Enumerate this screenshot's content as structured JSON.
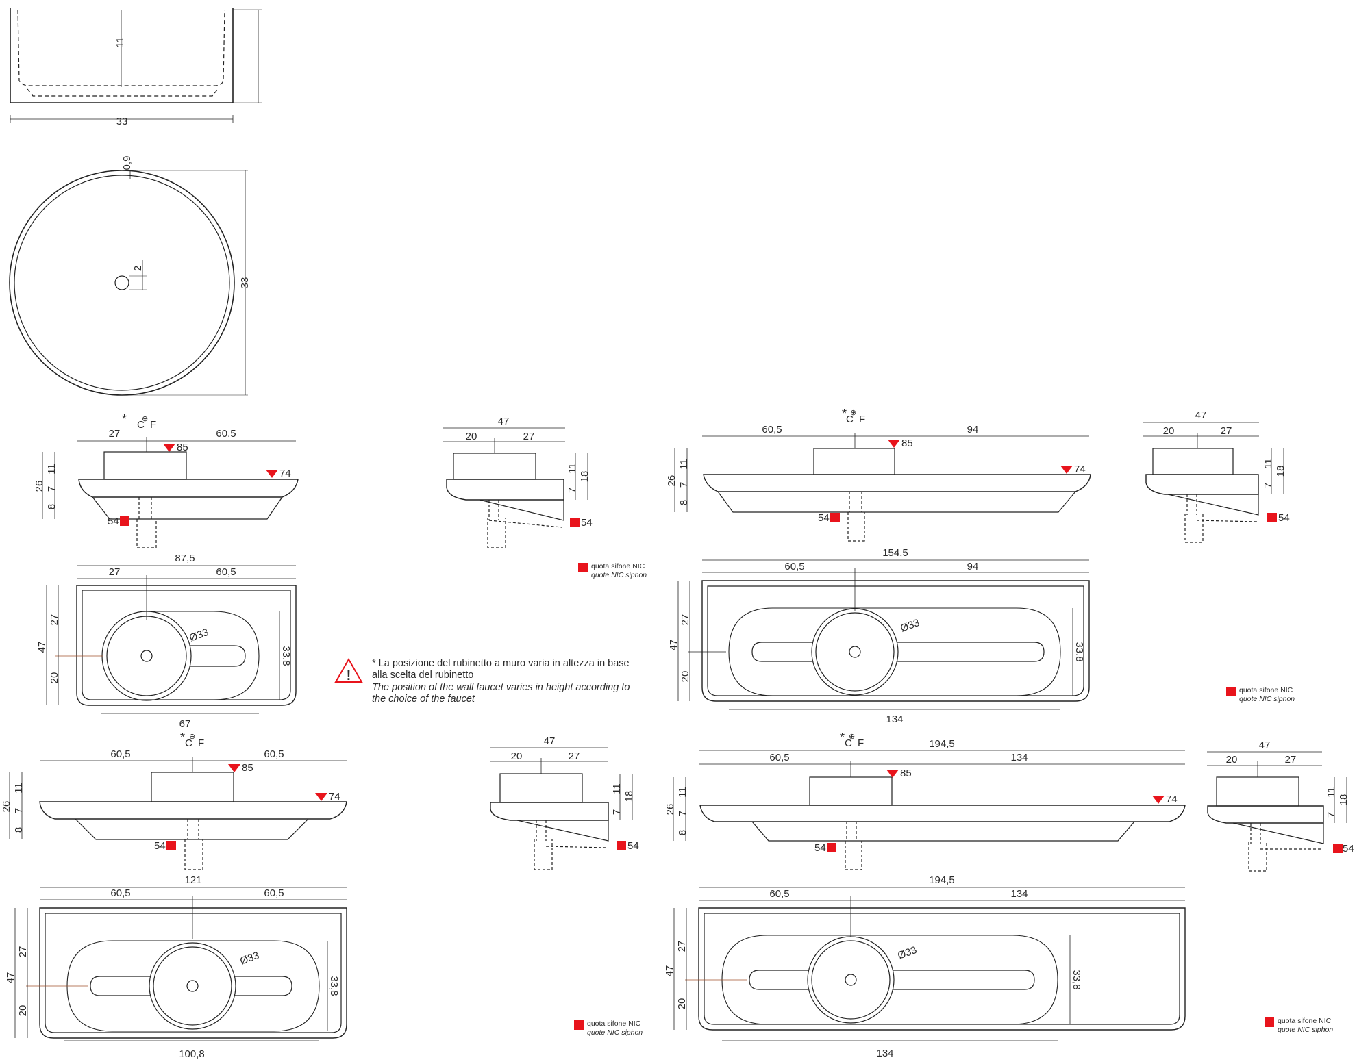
{
  "colors": {
    "line": "#222222",
    "marker": "#e8141c",
    "warn": "#e8141c"
  },
  "icons": {
    "warning": "warning-triangle-icon",
    "faucet_star": "asterisk-icon",
    "drain": "drain-symbol-icon"
  },
  "basin": {
    "side": {
      "width": "33",
      "depth": "11"
    },
    "top": {
      "rim": "0,9",
      "diameter": "33",
      "drain_offset": "2"
    }
  },
  "note": {
    "it_line1": "* La posizione del rubinetto a muro varia in altezza in base",
    "it_line2": "alla scelta del rubinetto",
    "en_line1": "The position of the wall faucet varies in height according to",
    "en_line2": "the choice of the faucet"
  },
  "legend": {
    "it": "quota sifone NIC",
    "en": "quote NIC siphon"
  },
  "cf_label": "C F",
  "units": {
    "u1": {
      "front": {
        "left": "27",
        "right": "60,5",
        "h_total": "26",
        "h_basin": "11",
        "h_top": "7",
        "h_bottom": "8",
        "tag_85": "85",
        "tag_74": "74",
        "tag_54": "54"
      },
      "side": {
        "total": "47",
        "left": "20",
        "right": "27",
        "h_basin": "11",
        "h_total": "18",
        "h_top": "7",
        "tag_54": "54"
      },
      "plan": {
        "total": "87,5",
        "left": "27",
        "right": "60,5",
        "depth": "47",
        "d_top": "27",
        "d_bottom": "20",
        "bowl": "Ø33",
        "tray": "33,8",
        "tray_len": "67"
      }
    },
    "u2": {
      "front": {
        "left": "60,5",
        "right": "94",
        "h_total": "26",
        "h_basin": "11",
        "h_top": "7",
        "h_bottom": "8",
        "tag_85": "85",
        "tag_74": "74",
        "tag_54": "54"
      },
      "side": {
        "total": "47",
        "left": "20",
        "right": "27",
        "h_basin": "11",
        "h_total": "18",
        "h_top": "7",
        "tag_54": "54"
      },
      "plan": {
        "total": "154,5",
        "left": "60,5",
        "right": "94",
        "depth": "47",
        "d_top": "27",
        "d_bottom": "20",
        "bowl": "Ø33",
        "tray": "33,8",
        "tray_len": "134"
      }
    },
    "u3": {
      "front": {
        "left": "60,5",
        "right": "60,5",
        "h_total": "26",
        "h_basin": "11",
        "h_top": "7",
        "h_bottom": "8",
        "tag_85": "85",
        "tag_74": "74",
        "tag_54": "54"
      },
      "side": {
        "total": "47",
        "left": "20",
        "right": "27",
        "h_basin": "11",
        "h_total": "18",
        "h_top": "7",
        "tag_54": "54"
      },
      "plan": {
        "total": "121",
        "left": "60,5",
        "right": "60,5",
        "depth": "47",
        "d_top": "27",
        "d_bottom": "20",
        "bowl": "Ø33",
        "tray": "33,8",
        "tray_len": "100,8"
      }
    },
    "u4": {
      "front": {
        "total": "194,5",
        "left": "60,5",
        "right": "134",
        "h_total": "26",
        "h_basin": "11",
        "h_top": "7",
        "h_bottom": "8",
        "tag_85": "85",
        "tag_74": "74",
        "tag_54": "54"
      },
      "side": {
        "total": "47",
        "left": "20",
        "right": "27",
        "h_basin": "11",
        "h_total": "18",
        "h_top": "7",
        "tag_54": "54"
      },
      "plan": {
        "total": "194,5",
        "left": "60,5",
        "right": "134",
        "depth": "47",
        "d_top": "27",
        "d_bottom": "20",
        "bowl": "Ø33",
        "tray": "33,8",
        "tray_len": "134"
      }
    }
  }
}
